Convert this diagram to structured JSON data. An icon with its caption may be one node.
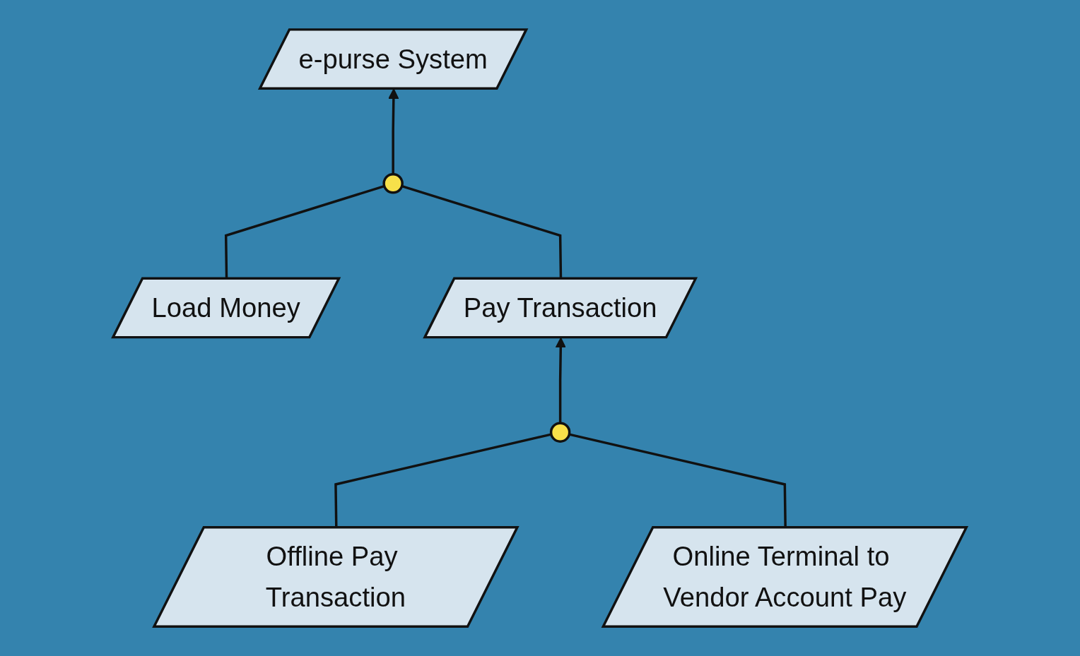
{
  "diagram": {
    "nodes": [
      {
        "text": [
          "e-purse System"
        ]
      },
      {
        "text": [],
        "shape": "circle"
      },
      {
        "text": [
          "Load Money"
        ]
      },
      {
        "text": [
          "Pay Transaction"
        ]
      },
      {
        "text": [],
        "shape": "circle"
      },
      {
        "text": [
          "Offline Pay Transaction"
        ]
      },
      {
        "text": [
          "Online Terminal to Vendor Account Pay"
        ]
      }
    ],
    "edges": [
      {
        "from": 1,
        "to": 0,
        "arrow": "to"
      },
      {
        "from": 2,
        "to": 1,
        "arrow": "none"
      },
      {
        "from": 3,
        "to": 1,
        "arrow": "none"
      },
      {
        "from": 4,
        "to": 3,
        "arrow": "to"
      },
      {
        "from": 5,
        "to": 4,
        "arrow": "none"
      },
      {
        "from": 6,
        "to": 4,
        "arrow": "none"
      }
    ]
  }
}
